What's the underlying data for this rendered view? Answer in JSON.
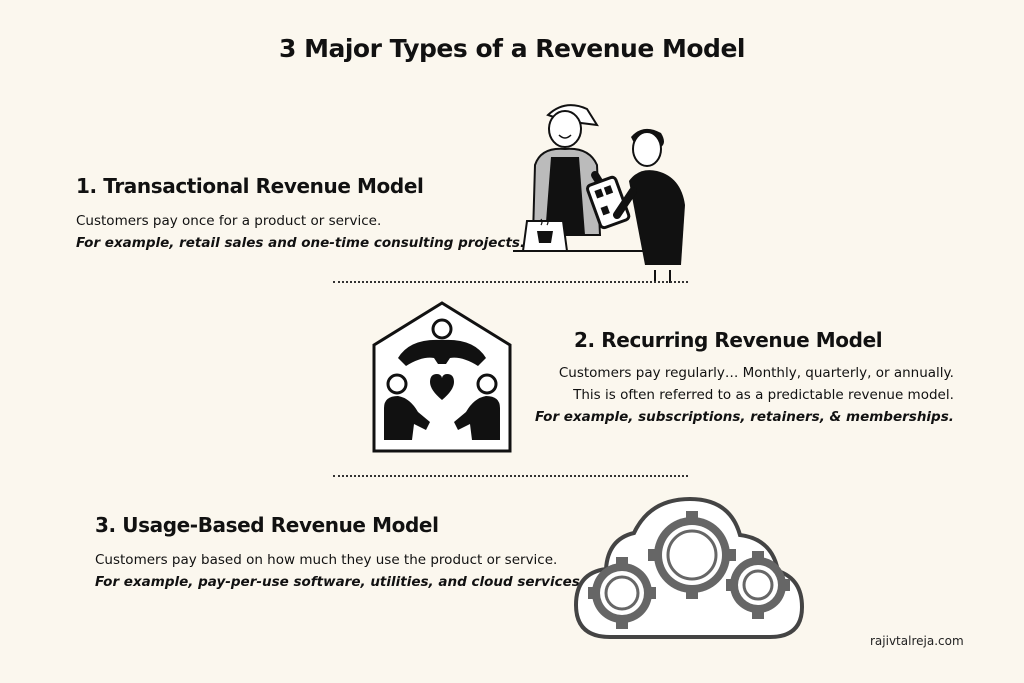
{
  "title": "3 Major Types of a Revenue Model",
  "sections": [
    {
      "heading": "1. Transactional Revenue Model",
      "lines": [
        "Customers pay once for a product or service."
      ],
      "example": "For example, retail sales and one-time consulting projects.",
      "illustration": "cashier-customer-icon"
    },
    {
      "heading": "2. Recurring Revenue Model",
      "lines": [
        "Customers pay regularly… Monthly, quarterly, or annually.",
        "This is often referred to as a predictable revenue model."
      ],
      "example": "For example, subscriptions, retainers, & memberships.",
      "illustration": "community-house-icon"
    },
    {
      "heading": "3. Usage-Based Revenue Model",
      "lines": [
        "Customers pay based on how much they use the product or service."
      ],
      "example": "For example, pay-per-use software, utilities, and cloud services.",
      "illustration": "cloud-gears-icon"
    }
  ],
  "credit": "rajivtalreja.com",
  "colors": {
    "background": "#fbf7ee",
    "text": "#111111",
    "gear": "#666666"
  }
}
